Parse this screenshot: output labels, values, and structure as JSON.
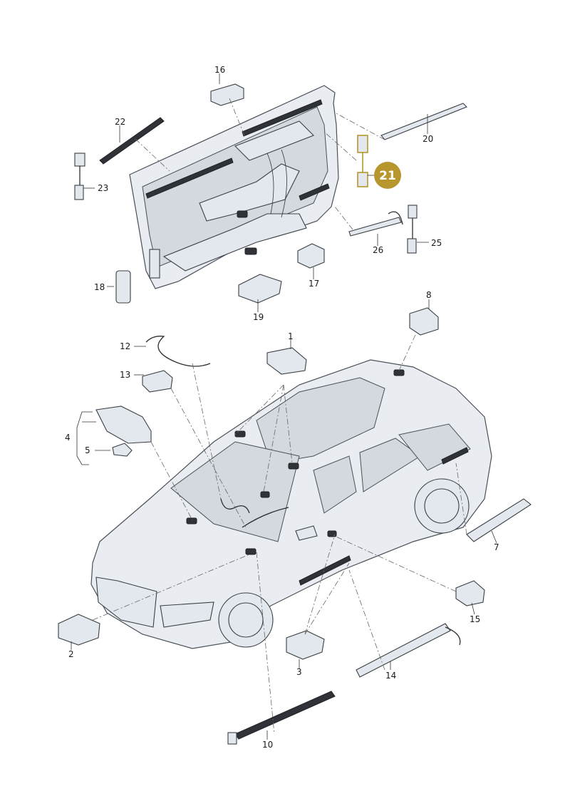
{
  "diagram": {
    "part_numbers": [
      "1",
      "2",
      "3",
      "4",
      "5",
      "7",
      "8",
      "10",
      "12",
      "13",
      "14",
      "15",
      "16",
      "17",
      "18",
      "19",
      "20",
      "22",
      "23",
      "25",
      "26"
    ],
    "highlighted_part": {
      "number": "21",
      "color": "#b8962e"
    },
    "colors": {
      "line": "#3a3f45",
      "fill": "#e3e8ee",
      "highlight": "#b8962e"
    }
  }
}
